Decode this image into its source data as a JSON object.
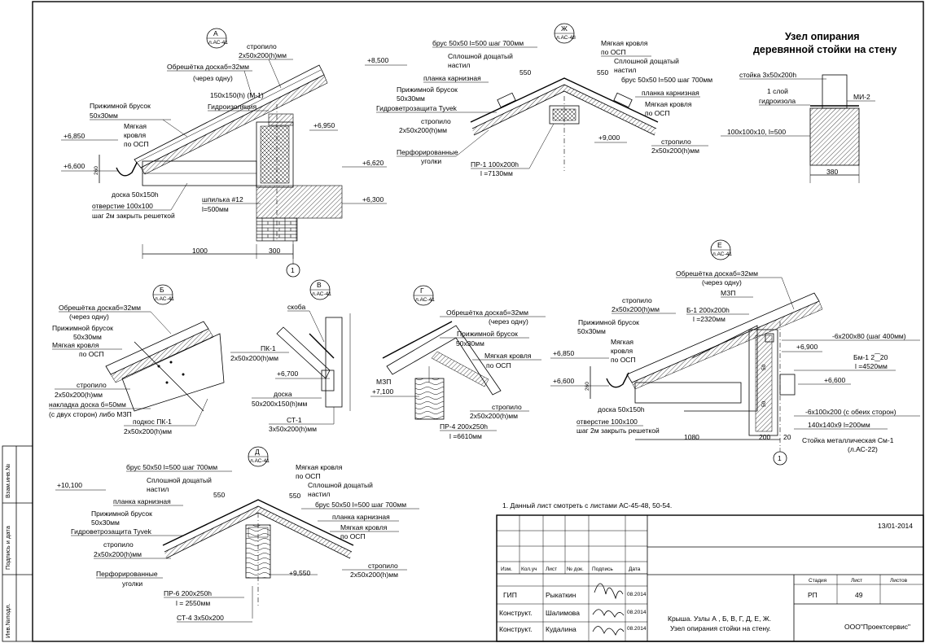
{
  "detailA": {
    "bubble": "А",
    "ref": "л.АС-41",
    "labels": [
      "стропило",
      "2х50х200(h)мм",
      "Обрешётка доскаб=32мм",
      "(через одну)",
      "150х150(h) (М-1)",
      "Гидроизоляция",
      "Прижимной брусок",
      "50х30мм",
      "Мягкая",
      "кровля",
      "по ОСП",
      "доска 50х150h",
      "отверстие  100х100",
      "шаг 2м закрыть решеткой",
      "шпилька #12",
      "l=500мм"
    ],
    "levels": [
      "+6,850",
      "+6,600",
      "+6,950",
      "+6,620",
      "+6,300"
    ],
    "dims": [
      "260",
      "300",
      "1000",
      "300"
    ],
    "axis": "1"
  },
  "detailZh": {
    "bubble": "Ж",
    "ref": "л.АС-48",
    "labels": [
      "брус 50х50 l=500 шаг 700мм",
      "Сплошной дощатый",
      "настил",
      "планка карнизная",
      "Прижимной брусок",
      "50х30мм",
      "Гидроветрозащита Tyvek",
      "стропило",
      "2х50х200(h)мм",
      "Перфорированные",
      "уголки",
      "ПР-1 100х200h",
      "l =7130мм",
      "Мягкая кровля",
      "по ОСП",
      "Сплошной дощатый",
      "настил",
      "брус 50х50 l=500 шаг 700мм",
      "планка карнизная",
      "Мягкая кровля",
      "по ОСП",
      "стропило",
      "2х50х200(h)мм"
    ],
    "levels": [
      "+8,500",
      "+9,000"
    ],
    "dims": [
      "550",
      "550"
    ]
  },
  "node": {
    "title1": "Узел опирания",
    "title2": "деревянной стойки на стену",
    "labels": [
      "стойка 3х50х200h",
      "1 слой",
      "гидроизола",
      "МИ-2",
      "100х100х10, l=500"
    ],
    "dim": "380"
  },
  "detailB": {
    "bubble": "Б",
    "ref": "л.АС-41",
    "labels": [
      "Обрешётка доскаб=32мм",
      "(через одну)",
      "Прижимной брусок",
      "50х30мм",
      "Мягкая кровля",
      "по ОСП",
      "стропило",
      "2х50х200(h)мм",
      "накладка  доска б=50мм",
      "(с двух сторон) либо МЗП",
      "подкос ПК-1",
      "2х50х200(h)мм"
    ]
  },
  "detailV": {
    "bubble": "В",
    "ref": "л.АС-41",
    "labels": [
      "скоба",
      "ПК-1",
      "2х50х200(h)мм",
      "доска",
      "50х200х150(h)мм",
      "СТ-1",
      "3х50х200(h)мм"
    ],
    "levels": [
      "+6,700"
    ]
  },
  "detailG": {
    "bubble": "Г",
    "ref": "л.АС-41",
    "labels": [
      "Обрешётка доскаб=32мм",
      "(через одну)",
      "Прижимной брусок",
      "50х30мм",
      "Мягкая кровля",
      "по ОСП",
      "МЗП",
      "стропило",
      "2х50х200(h)мм",
      "ПР-4 200х250h",
      "l =6610мм"
    ],
    "levels": [
      "+7,100"
    ]
  },
  "detailE": {
    "bubble": "Е",
    "ref": "л.АС-41",
    "labels": [
      "Обрешётка доскаб=32мм",
      "(через одну)",
      "МЗП",
      "стропило",
      "2х50х200(h)мм",
      "Б-1 200х200h",
      "l =2320мм",
      "Прижимной брусок",
      "50х30мм",
      "Мягкая",
      "кровля",
      "по ОСП",
      "-6х200х80 (шаг 400мм)",
      "Бм-1 2⁐20",
      "l =4520мм",
      "доска 50х150h",
      "отверстие  100х100",
      "шаг 2м закрыть решеткой",
      "-6х100х200 (с обеих сторон)",
      "140х140х9 l=200мм",
      "Стойка металлическая См-1",
      "(л.АС-22)"
    ],
    "levels": [
      "+6,850",
      "+6,600",
      "+6,900",
      "+6,600"
    ],
    "dims": [
      "260",
      "1080",
      "200",
      "20",
      "50",
      "50"
    ],
    "axis": "1"
  },
  "detailD": {
    "bubble": "Д",
    "ref": "л.АС-41",
    "labels": [
      "брус 50х50 l=500 шаг 700мм",
      "Сплошной дощатый",
      "настил",
      "планка карнизная",
      "Прижимной брусок",
      "50х30мм",
      "Гидроветрозащита Tyvek",
      "стропило",
      "2х50х200(h)мм",
      "Перфорированные",
      "уголки",
      "ПР-6 200х250h",
      "l = 2550мм",
      "СТ-4 3х50х200",
      "Мягкая кровля",
      "по ОСП",
      "Сплошной дощатый",
      "настил",
      "брус 50х50 l=500 шаг 700мм",
      "планка карнизная",
      "Мягкая кровля",
      "по ОСП",
      "стропило",
      "2х50х200(h)мм"
    ],
    "levels": [
      "+10,100",
      "+9,550"
    ],
    "dims": [
      "550",
      "550"
    ]
  },
  "note": "1. Данный лист смотреть с листами АС-45-48, 50-54.",
  "side_stamp": [
    "Взам.инв.№",
    "Подпись и дата",
    "Инв.№подл."
  ],
  "title_block": {
    "doc_code": "13/01-2014",
    "headers": [
      "Изм.",
      "Кол.уч",
      "Лист",
      "№ док.",
      "Подпись",
      "Дата"
    ],
    "roles": [
      {
        "role": "ГИП",
        "name": "Рыкаткин",
        "date": "08.2014"
      },
      {
        "role": "Конструкт.",
        "name": "Шалимова",
        "date": "08.2014"
      },
      {
        "role": "Конструкт.",
        "name": "Кудалина",
        "date": "08.2014"
      }
    ],
    "description": [
      "Крыша. Узлы А , Б, В, Г, Д, Е, Ж.",
      "Узел опирания стойки на стену."
    ],
    "stage_h": "Стадия",
    "sheet_h": "Лист",
    "sheets_h": "Листов",
    "stage": "РП",
    "sheet": "49",
    "sheets": "",
    "company": "ООО\"Проектсервис\""
  }
}
